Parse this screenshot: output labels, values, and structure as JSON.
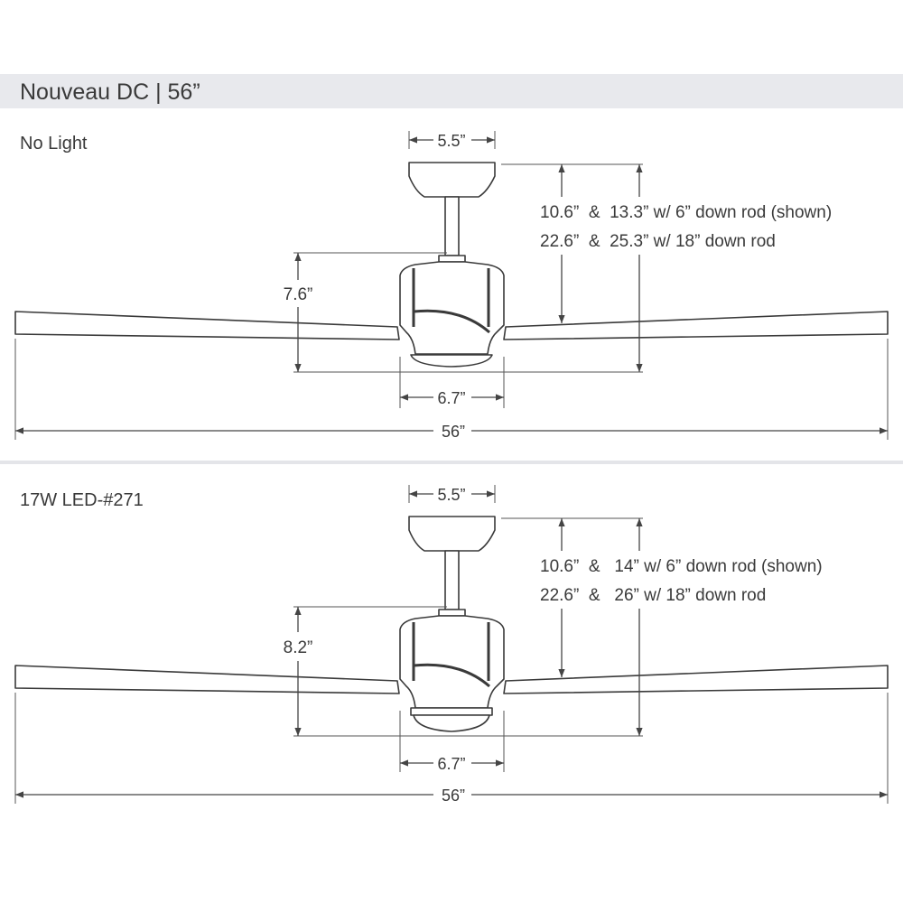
{
  "header": {
    "title": "Nouveau DC | 56”"
  },
  "panels": [
    {
      "label": "No Light",
      "canopy_width": "5.5”",
      "height_line1": "10.6”  &  13.3” w/ 6” down rod (shown)",
      "height_line2": "22.6”  &  25.3” w/ 18” down rod",
      "motor_height": "7.6”",
      "motor_width": "6.7”",
      "span": "56”"
    },
    {
      "label": "17W LED-#271",
      "canopy_width": "5.5”",
      "height_line1": "10.6”  &   14” w/ 6” down rod (shown)",
      "height_line2": "22.6”  &   26” w/ 18” down rod",
      "motor_height": "8.2”",
      "motor_width": "6.7”",
      "span": "56”"
    }
  ],
  "colors": {
    "header_bg": "#e8e9ed",
    "line": "#3a3a3a",
    "separator": "#e4e5e9"
  }
}
